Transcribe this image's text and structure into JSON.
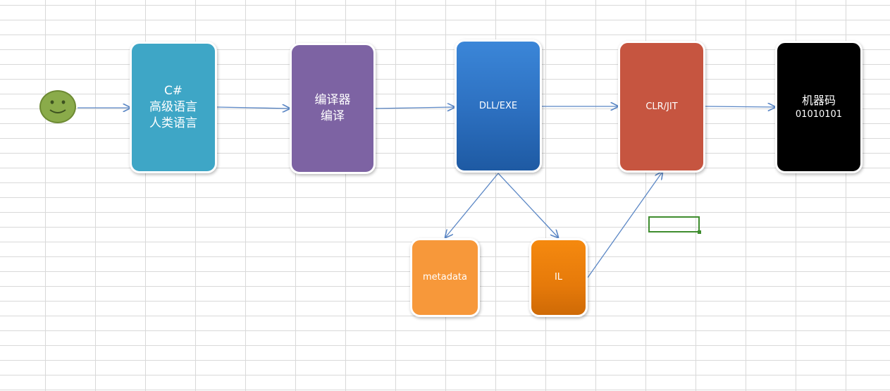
{
  "nodes": {
    "csharp": {
      "lines": [
        "C#",
        "高级语言",
        "人类语言"
      ]
    },
    "compiler": {
      "lines": [
        "编译器",
        "编译"
      ]
    },
    "dll_exe": {
      "label": "DLL/EXE"
    },
    "clr_jit": {
      "label": "CLR/JIT"
    },
    "machine_code": {
      "lines": [
        "机器码",
        "01010101"
      ]
    },
    "metadata": {
      "label": "metadata"
    },
    "il": {
      "label": "IL"
    }
  },
  "actor": {
    "icon": "smiley-face-icon"
  },
  "colors": {
    "csharp": "#3ea6c6",
    "compiler": "#7d63a3",
    "dll_exe": "#2c6fbf",
    "clr_jit": "#c65540",
    "machine_code": "#000000",
    "metadata": "#f7983a",
    "il": "#e67a0a",
    "connector": "#5b87c5",
    "selection": "#3f8d2f"
  }
}
